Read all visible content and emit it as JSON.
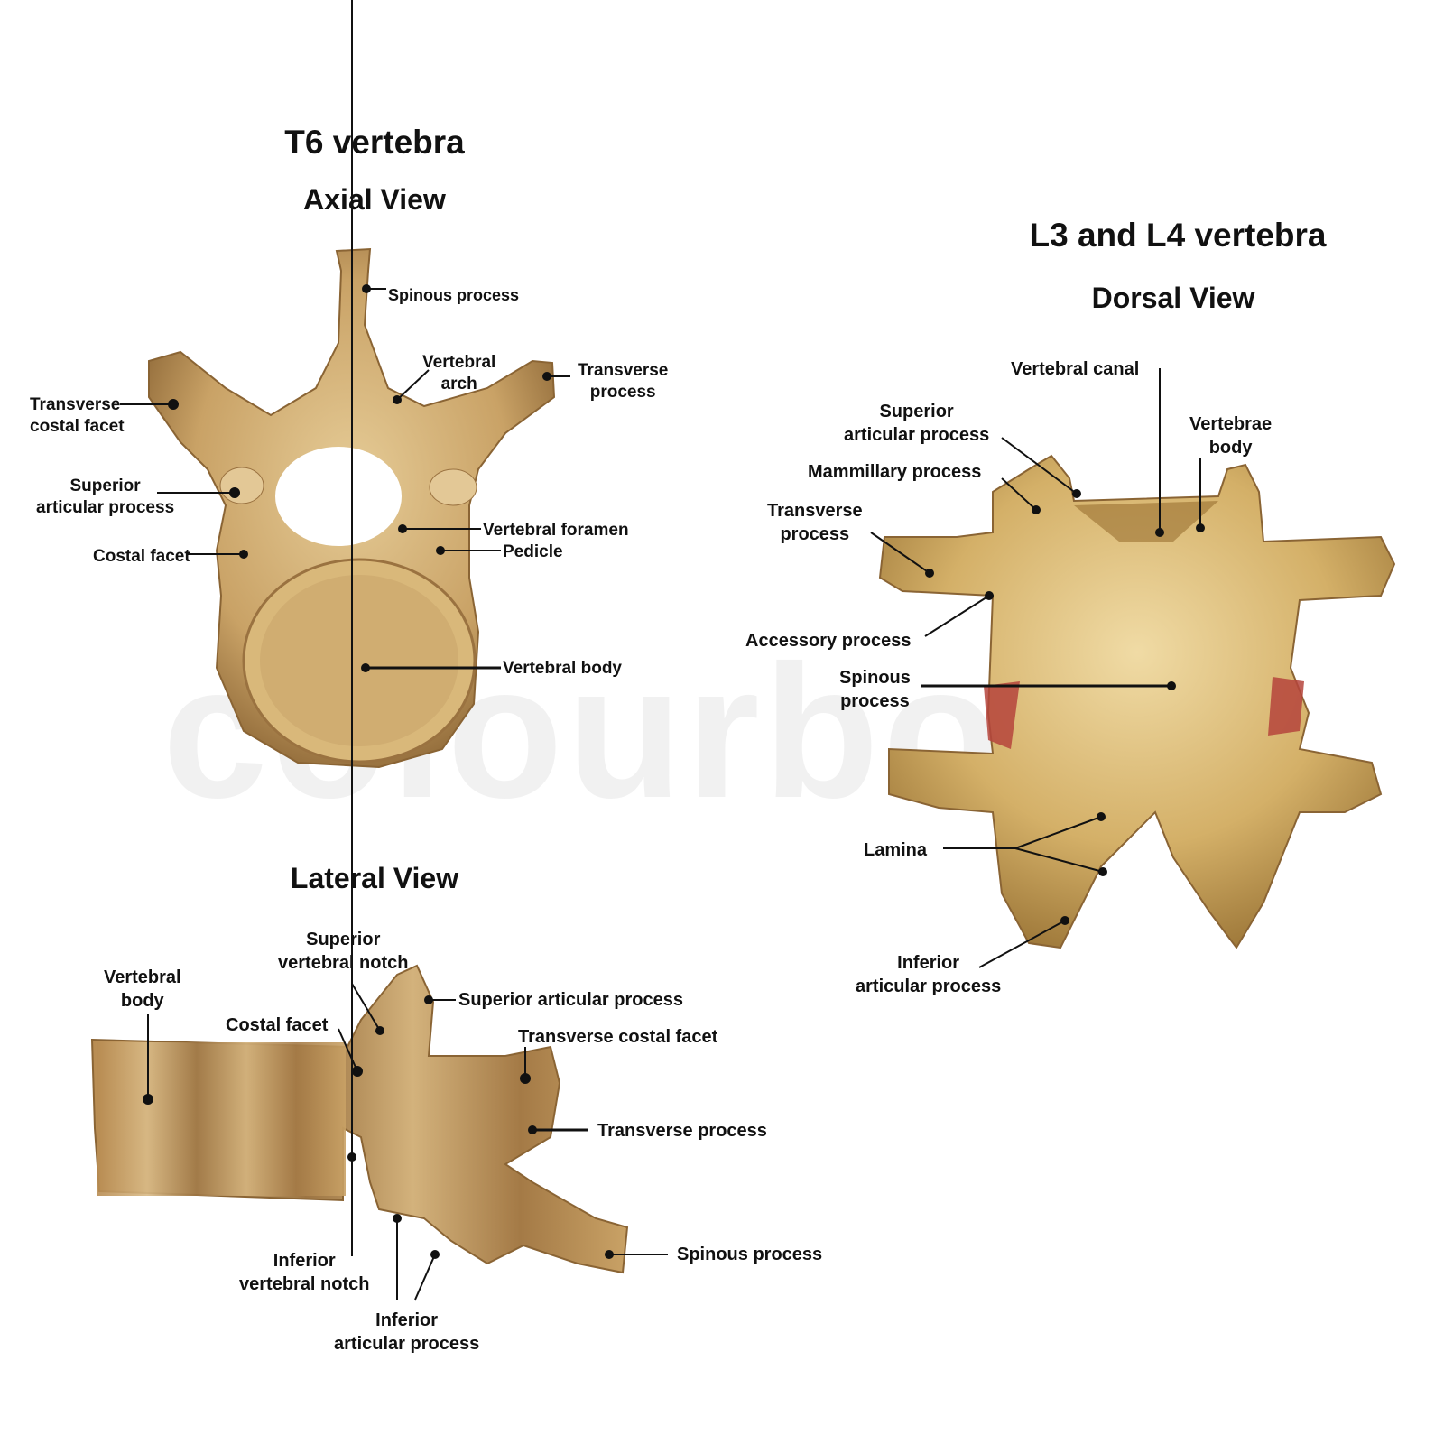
{
  "axial": {
    "title": "T6 vertebra",
    "subtitle": "Axial View",
    "labels": {
      "spinous_process": "Spinous process",
      "vertebral_arch": [
        "Vertebral",
        "arch"
      ],
      "transverse_process": [
        "Transverse",
        "process"
      ],
      "transverse_costal_facet": [
        "Transverse",
        "costal facet"
      ],
      "superior_articular_process": [
        "Superior",
        "articular process"
      ],
      "vertebral_foramen": "Vertebral foramen",
      "pedicle": "Pedicle",
      "costal_facet": "Costal facet",
      "vertebral_body": "Vertebral body"
    }
  },
  "lateral": {
    "subtitle": "Lateral View",
    "labels": {
      "vertebral_body": [
        "Vertebral",
        "body"
      ],
      "superior_vertebral_notch": [
        "Superior",
        "vertebral notch"
      ],
      "costal_facet": "Costal facet",
      "superior_articular_process": "Superior articular process",
      "transverse_costal_facet": "Transverse costal facet",
      "transverse_process": "Transverse process",
      "spinous_process": "Spinous process",
      "inferior_vertebral_notch": [
        "Inferior",
        "vertebral notch"
      ],
      "inferior_articular_process": [
        "Inferior",
        "articular process"
      ]
    }
  },
  "dorsal": {
    "title": "L3 and L4 vertebra",
    "subtitle": "Dorsal View",
    "labels": {
      "vertebral_canal": "Vertebral canal",
      "superior_articular_process": [
        "Superior",
        "articular process"
      ],
      "vertebrae_body": [
        "Vertebrae",
        "body"
      ],
      "mammillary_process": "Mammillary process",
      "transverse_process": [
        "Transverse",
        "process"
      ],
      "accessory_process": "Accessory process",
      "spinous_process": [
        "Spinous",
        "process"
      ],
      "lamina": "Lamina",
      "inferior_articular_process": [
        "Inferior",
        "articular process"
      ]
    }
  },
  "colors": {
    "bone_light": "#e2c58e",
    "bone_mid": "#c9a266",
    "bone_dark": "#8a6434",
    "disc_red": "#b5443c",
    "line": "#111111"
  },
  "watermark": "colourbox"
}
